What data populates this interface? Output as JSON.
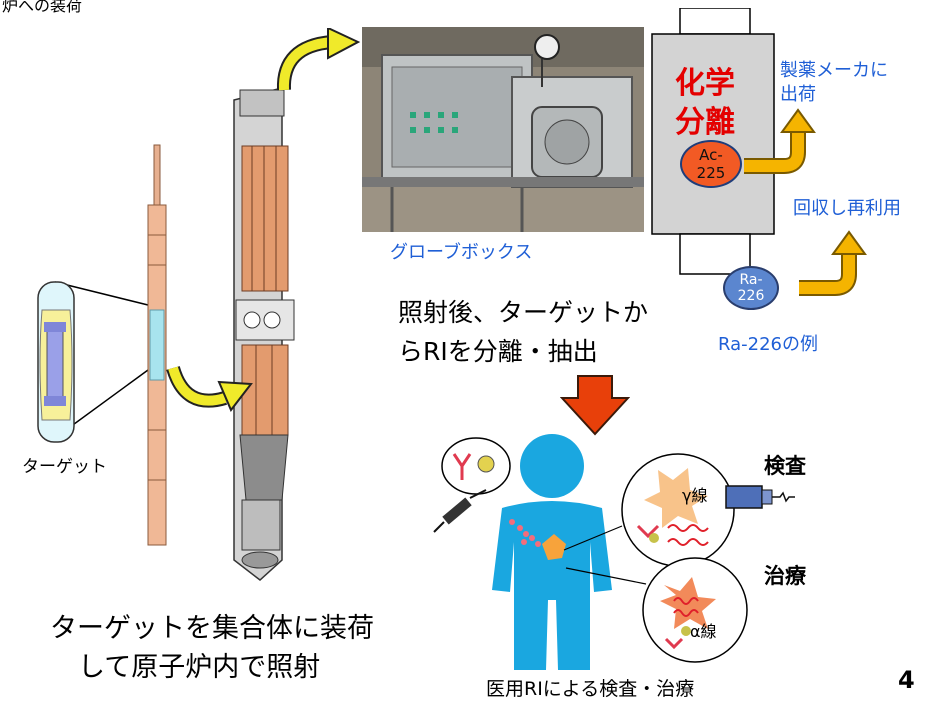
{
  "header_fragment": "炉への装荷",
  "target_label": "ターゲット",
  "caption_left": [
    "ターゲットを集合体に装荷",
    "して原子炉内で照射"
  ],
  "glovebox_label": "グローブボックス",
  "separation_text": [
    "照射後、ターゲットか",
    "らRIを分離・抽出"
  ],
  "chem_sep_title": [
    "化学",
    "分離"
  ],
  "ac225": [
    "Ac-",
    "225"
  ],
  "ship_label": [
    "製薬メーカに",
    "出荷"
  ],
  "recycle_label": "回収し再利用",
  "ra226": [
    "Ra-",
    "226"
  ],
  "ra_example": "Ra-226の例",
  "exam_label": "検査",
  "treatment_label": "治療",
  "gamma_label": "γ線",
  "alpha_label": "α線",
  "medical_caption": "医用RIによる検査・治療",
  "page_number": "4",
  "colors": {
    "blue_text": "#1f5fd6",
    "red_title": "#e40000",
    "arrow_yellow": "#f5b400",
    "down_arrow_red": "#e8400a",
    "body_blue": "#1aa7e0"
  }
}
